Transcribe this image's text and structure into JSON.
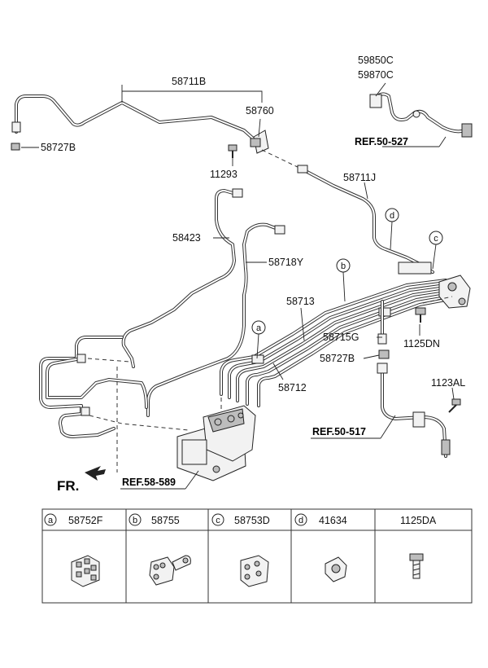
{
  "labels": {
    "p58711B": "58711B",
    "p58760": "58760",
    "p58727B_top": "58727B",
    "p11293": "11293",
    "p59850C": "59850C",
    "p59870C": "59870C",
    "ref50527": "REF.50-527",
    "p58711J": "58711J",
    "p58423": "58423",
    "p58718Y": "58718Y",
    "p58713": "58713",
    "p58715G": "58715G",
    "p1125DN": "1125DN",
    "p58727B_mid": "58727B",
    "p58712": "58712",
    "p1123AL": "1123AL",
    "ref50517": "REF.50-517",
    "ref58589": "REF.58-589",
    "fr": "FR."
  },
  "callouts": {
    "a": "a",
    "b": "b",
    "c": "c",
    "d": "d"
  },
  "legend": {
    "items": [
      {
        "letter": "a",
        "part": "58752F"
      },
      {
        "letter": "b",
        "part": "58755"
      },
      {
        "letter": "c",
        "part": "58753D"
      },
      {
        "letter": "d",
        "part": "41634"
      },
      {
        "letter": "",
        "part": "1125DA"
      }
    ]
  }
}
